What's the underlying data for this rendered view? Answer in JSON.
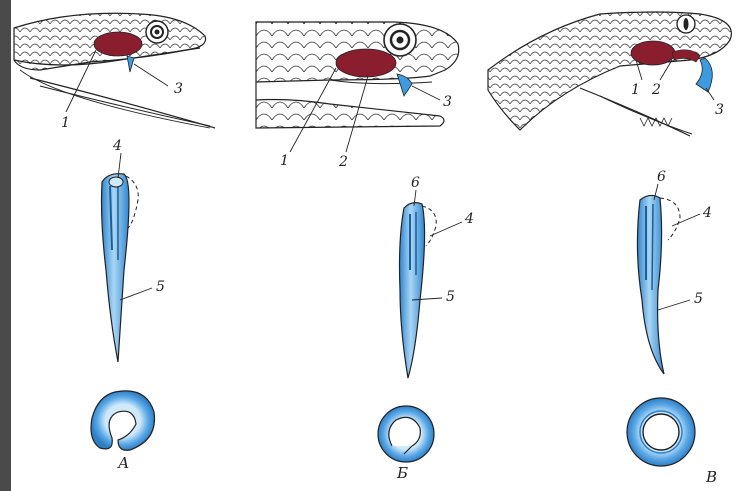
{
  "figure": {
    "panels": [
      {
        "id": "A",
        "letter": "А",
        "head_labels": [
          "1",
          "3"
        ],
        "fang_labels": [
          "4",
          "5"
        ]
      },
      {
        "id": "B",
        "letter": "Б",
        "head_labels": [
          "1",
          "2",
          "3"
        ],
        "fang_labels": [
          "6",
          "4",
          "5"
        ]
      },
      {
        "id": "V",
        "letter": "В",
        "head_labels": [
          "1",
          "2",
          "3"
        ],
        "fang_labels": [
          "6",
          "4",
          "5"
        ]
      }
    ],
    "colors": {
      "gland": "#8b1e2e",
      "fang": "#3f9be0",
      "fang_light": "#a9d6f5",
      "outline": "#1c1c1c",
      "sidebar": "#4a4a4a"
    }
  }
}
